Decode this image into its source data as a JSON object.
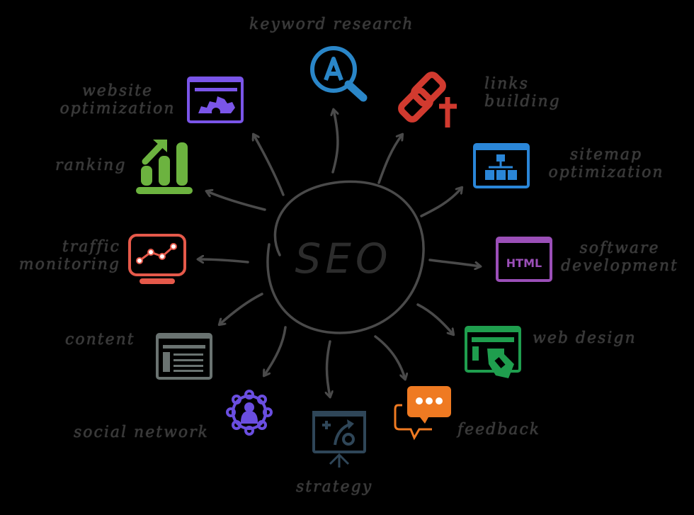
{
  "center": {
    "label": "SEO"
  },
  "nodes": [
    {
      "id": "keyword-research",
      "label": "keyword research",
      "icon": "magnifier-a-icon",
      "color": "#2a86c8"
    },
    {
      "id": "links-building",
      "label_lines": [
        "links",
        "building"
      ],
      "icon": "chain-link-plus-icon",
      "color": "#d13a2f"
    },
    {
      "id": "sitemap-optimization",
      "label_lines": [
        "sitemap",
        "optimization"
      ],
      "icon": "sitemap-window-icon",
      "color": "#2a86d8"
    },
    {
      "id": "software-development",
      "label_lines": [
        "software",
        "development"
      ],
      "icon": "html-window-icon",
      "color": "#9b4fb8",
      "icon_text": "HTML"
    },
    {
      "id": "web-design",
      "label": "web design",
      "icon": "web-design-brush-icon",
      "color": "#1f9e4e"
    },
    {
      "id": "feedback",
      "label": "feedback",
      "icon": "chat-bubbles-icon",
      "color": "#ef7a22"
    },
    {
      "id": "strategy",
      "label": "strategy",
      "icon": "strategy-board-icon",
      "color": "#2f4658"
    },
    {
      "id": "social-network",
      "label": "social network",
      "icon": "social-network-icon",
      "color": "#6a4ee0"
    },
    {
      "id": "content",
      "label": "content",
      "icon": "content-window-icon",
      "color": "#6a7371"
    },
    {
      "id": "traffic-monitoring",
      "label_lines": [
        "traffic",
        "monitoring"
      ],
      "icon": "monitor-graph-icon",
      "color": "#e5594a"
    },
    {
      "id": "ranking",
      "label": "ranking",
      "icon": "bar-chart-up-icon",
      "color": "#6cb33f"
    },
    {
      "id": "website-optimization",
      "label_lines": [
        "website",
        "optimization"
      ],
      "icon": "window-gear-icon",
      "color": "#7a55e8"
    }
  ],
  "colors": {
    "background": "#000000",
    "ink": "#3a3a3a"
  }
}
